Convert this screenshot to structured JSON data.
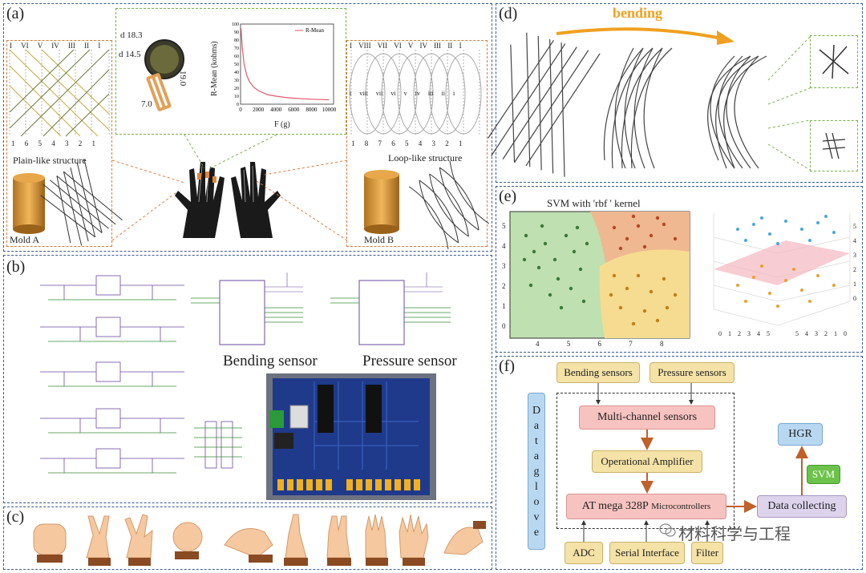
{
  "panels": {
    "a": "(a)",
    "b": "(b)",
    "c": "(c)",
    "d": "(d)",
    "e": "(e)",
    "f": "(f)"
  },
  "panel_a": {
    "left_roman": [
      "I",
      "VI",
      "V",
      "IV",
      "III",
      "II",
      "I"
    ],
    "left_arabic": [
      "1",
      "6",
      "5",
      "4",
      "3",
      "2",
      "1"
    ],
    "right_roman": [
      "I",
      "VIII",
      "VII",
      "VI",
      "V",
      "IV",
      "III",
      "II",
      "I"
    ],
    "right_arabic": [
      "1",
      "8",
      "7",
      "6",
      "5",
      "4",
      "3",
      "2",
      "1"
    ],
    "right_mid_roman": [
      "i",
      "viii",
      "vii",
      "vi",
      "v",
      "iv",
      "iii",
      "ii",
      "i"
    ],
    "plain_label": "Plain-like structure",
    "loop_label": "Loop-like structure",
    "mold_a": "Mold A",
    "mold_b": "Mold B",
    "sensor_dims": {
      "d1": "d 18.3",
      "d2": "d 14.5",
      "h": "19.0",
      "w": "7.0"
    },
    "plot": {
      "legend": "R-Mean",
      "ylabel": "R-Mean (kohms)",
      "xlabel": "F (g)",
      "xticks": [
        "0",
        "2000",
        "4000",
        "6000",
        "8000",
        "10000"
      ],
      "yticks": [
        "0",
        "10",
        "20",
        "30",
        "40",
        "50",
        "60",
        "70",
        "80",
        "90",
        "100"
      ]
    }
  },
  "panel_b": {
    "bending": "Bending sensor",
    "pressure": "Pressure sensor"
  },
  "panel_d": {
    "bending": "bending"
  },
  "panel_e": {
    "title": "SVM with 'rbf ' kernel",
    "xticks": [
      "4",
      "5",
      "6",
      "7",
      "8"
    ],
    "yticks": [
      "0",
      "1",
      "2",
      "3",
      "4",
      "5"
    ],
    "z3d": [
      "0",
      "1",
      "2",
      "3",
      "4",
      "5"
    ],
    "x3d": [
      "0",
      "1",
      "2",
      "3",
      "4",
      "5"
    ],
    "y3d": [
      "5",
      "4",
      "3",
      "2",
      "1",
      "0"
    ]
  },
  "panel_f": {
    "data_glove": [
      "D",
      "a",
      "t",
      "a",
      "g",
      "l",
      "o",
      "v",
      "e"
    ],
    "bending_sensors": "Bending sensors",
    "pressure_sensors": "Pressure sensors",
    "multi_channel": "Multi-channel sensors",
    "op_amp": "Operational Amplifier",
    "mcu_main": "AT mega 328P",
    "mcu_sub": "Microcontrollers",
    "adc": "ADC",
    "serial": "Serial Interface",
    "filter": "Filter",
    "data_collecting": "Data collecting",
    "svm": "SVM",
    "hgr": "HGR"
  },
  "watermark": "材料科学与工程",
  "chart_data": {
    "type": "line",
    "title": "",
    "series": [
      {
        "name": "R-Mean",
        "x": [
          50,
          200,
          400,
          700,
          1000,
          1500,
          2000,
          3000,
          4000,
          5000,
          6000,
          7000,
          8000,
          9000,
          10000
        ],
        "y": [
          95,
          70,
          50,
          36,
          28,
          21,
          17,
          12,
          10,
          8.5,
          7.5,
          6.8,
          6.2,
          5.8,
          5.5
        ]
      }
    ],
    "xlabel": "F (g)",
    "ylabel": "R-Mean (kohms)",
    "xlim": [
      0,
      10500
    ],
    "ylim": [
      0,
      100
    ]
  }
}
